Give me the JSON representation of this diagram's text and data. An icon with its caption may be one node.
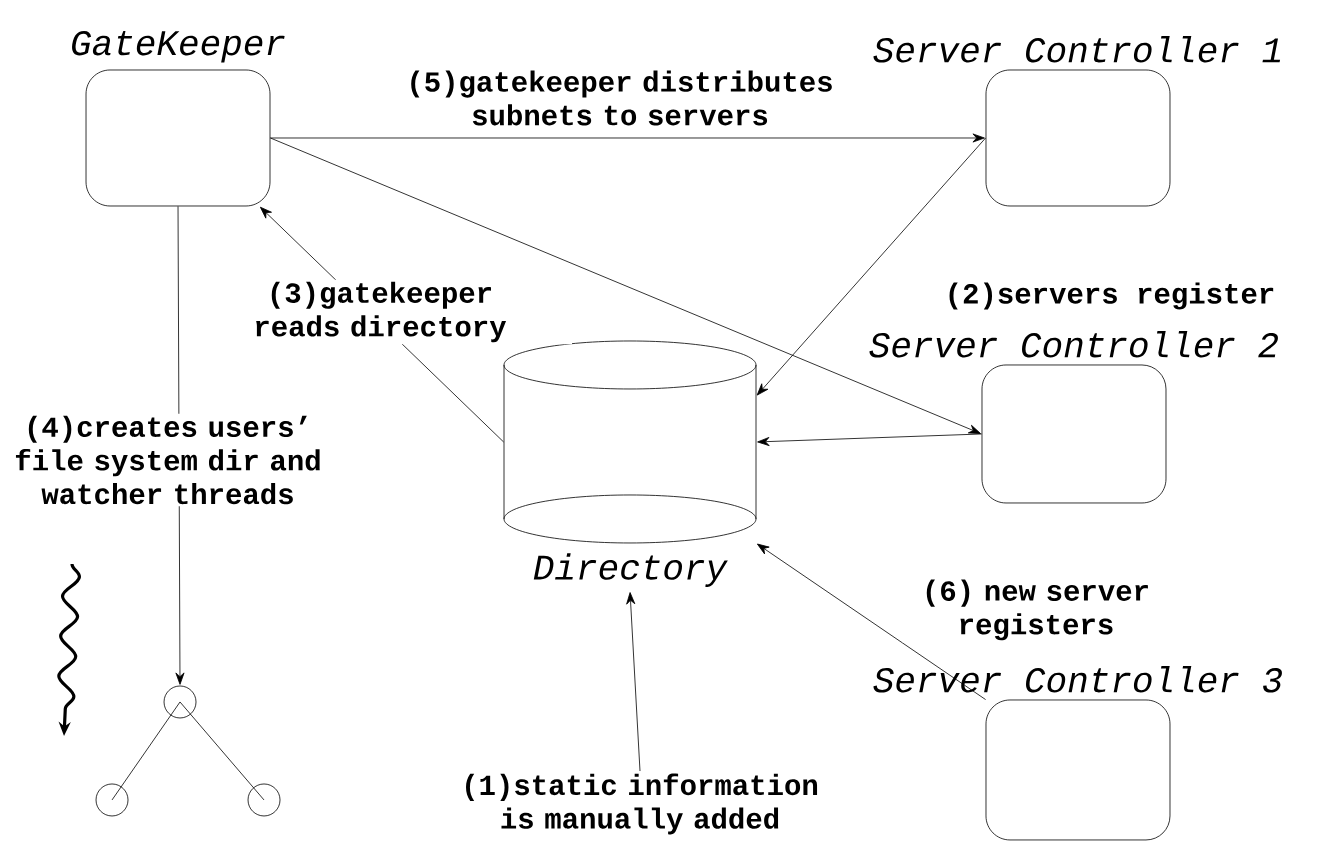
{
  "diagram": {
    "nodes": [
      {
        "text": [
          "GateKeeper"
        ]
      },
      {
        "text": [
          "Server Controller 1"
        ]
      },
      {
        "text": [
          "Server Controller 2"
        ]
      },
      {
        "text": [
          "Server Controller 3"
        ]
      },
      {
        "text": [
          "Directory"
        ]
      },
      {
        "text": [
          "(1)static information is manually added"
        ]
      },
      {
        "text": [],
        "shape": "circle"
      },
      {
        "text": [],
        "shape": "circle"
      },
      {
        "text": [],
        "shape": "circle"
      }
    ],
    "edges": [
      {
        "from": 0,
        "to": 1,
        "arrow": "to",
        "label": "(5)gatekeeper distributes subnets to servers"
      },
      {
        "from": 1,
        "to": 4,
        "arrow": "to"
      },
      {
        "from": 0,
        "to": 2,
        "arrow": "to"
      },
      {
        "from": 2,
        "to": 4,
        "arrow": "to"
      },
      {
        "from": 4,
        "to": 0,
        "arrow": "to",
        "label": "(3)gatekeeper reads directory"
      },
      {
        "from": 0,
        "to": 6,
        "arrow": "to",
        "label": "(4)creates users’ file system dir and watcher threads"
      },
      {
        "from": 3,
        "to": 4,
        "arrow": "to",
        "label": "(6) new server registers"
      },
      {
        "from": 5,
        "to": 4,
        "arrow": "to"
      },
      {
        "from": 6,
        "to": 7,
        "arrow": "none"
      },
      {
        "from": 6,
        "to": 8,
        "arrow": "none"
      }
    ],
    "labels": [
      "(2)servers register"
    ]
  }
}
